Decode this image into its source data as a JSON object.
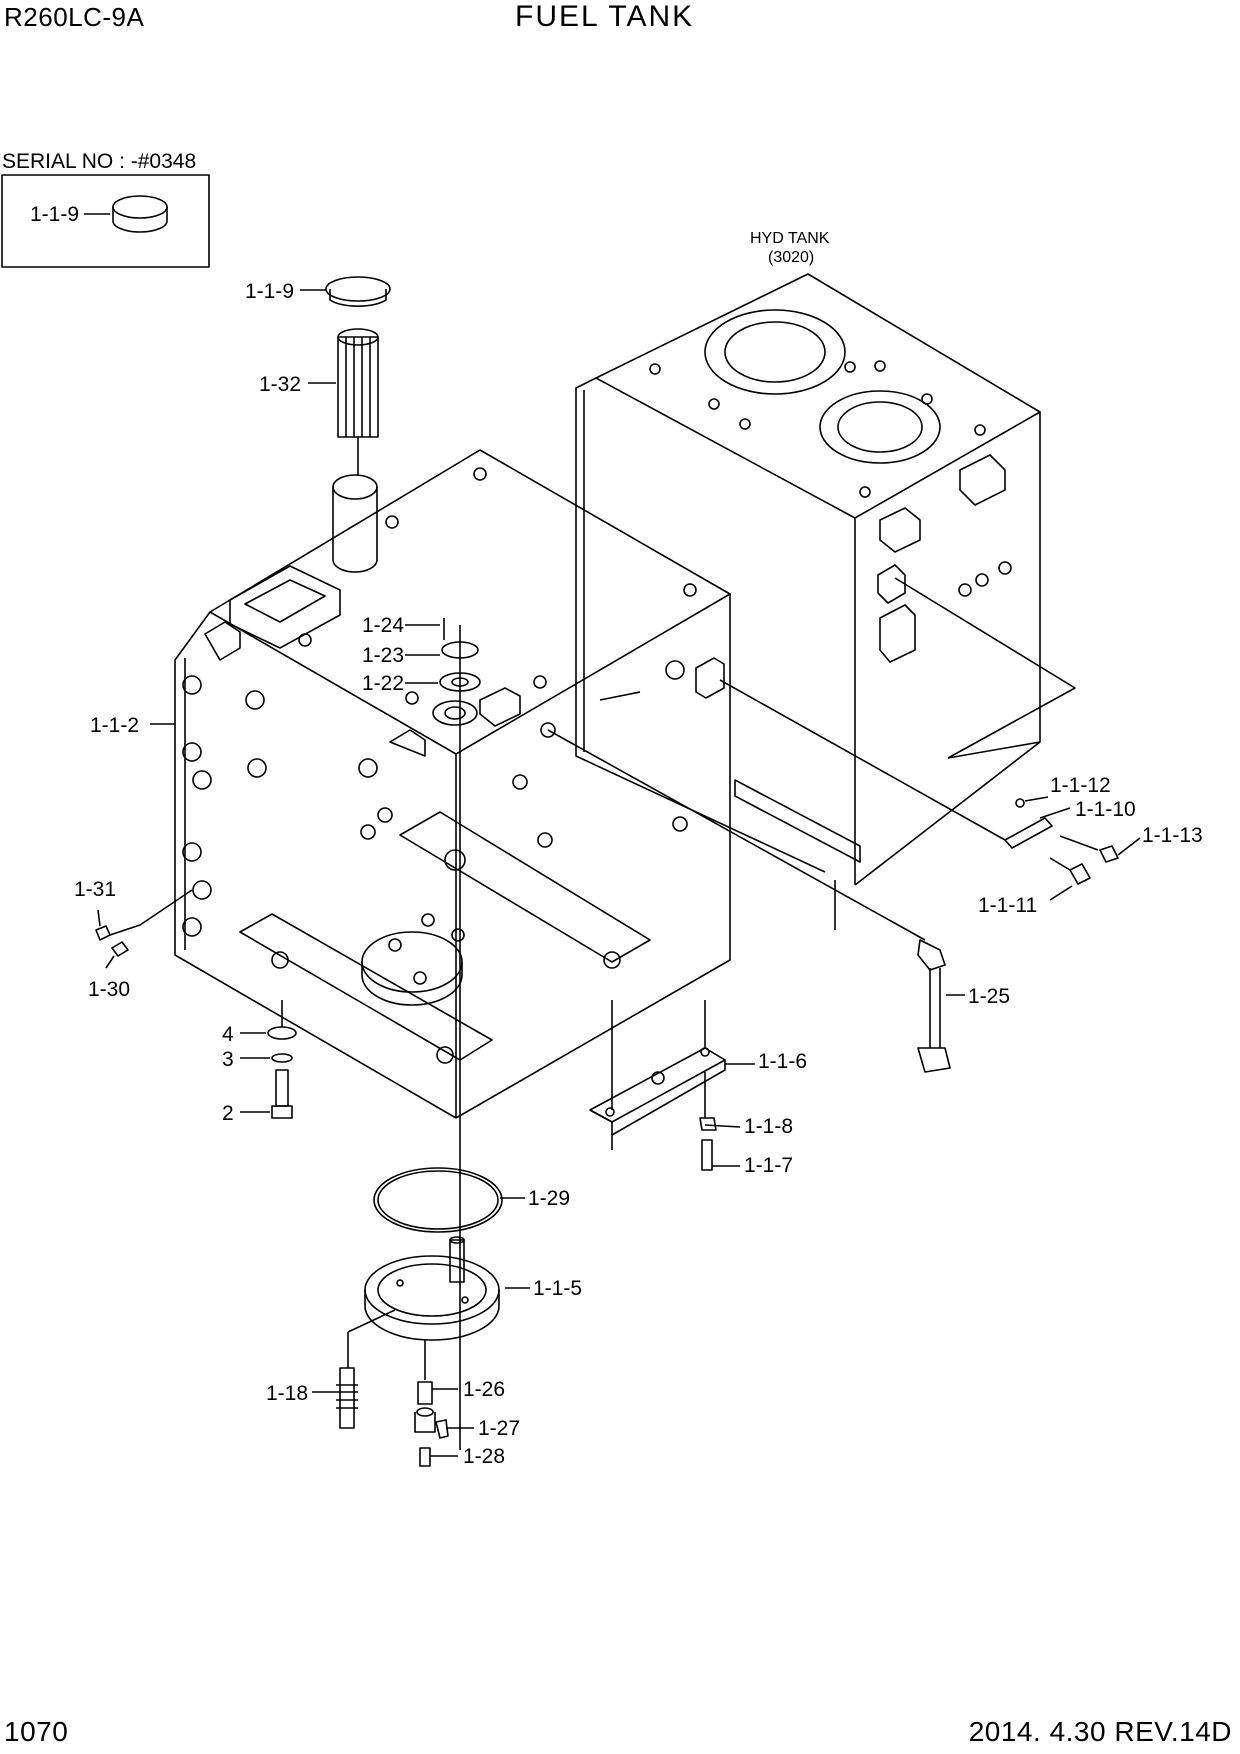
{
  "header": {
    "model": "R260LC-9A",
    "title": "FUEL TANK"
  },
  "serial": {
    "label": "SERIAL NO : -#0348",
    "part": "1-1-9"
  },
  "reference": {
    "name": "HYD TANK",
    "code": "(3020)"
  },
  "callouts": {
    "p1_1_9": "1-1-9",
    "p1_32": "1-32",
    "p1_24": "1-24",
    "p1_23": "1-23",
    "p1_22": "1-22",
    "p1_1_2": "1-1-2",
    "p1_31": "1-31",
    "p1_30": "1-30",
    "p4": "4",
    "p3": "3",
    "p2": "2",
    "p1_1_12": "1-1-12",
    "p1_1_10": "1-1-10",
    "p1_1_13": "1-1-13",
    "p1_1_11": "1-1-11",
    "p1_25": "1-25",
    "p1_1_6": "1-1-6",
    "p1_1_8": "1-1-8",
    "p1_1_7": "1-1-7",
    "p1_29": "1-29",
    "p1_1_5": "1-1-5",
    "p1_18": "1-18",
    "p1_26": "1-26",
    "p1_27": "1-27",
    "p1_28": "1-28"
  },
  "footer": {
    "page_number": "1070",
    "revision": "2014. 4.30  REV.14D"
  }
}
